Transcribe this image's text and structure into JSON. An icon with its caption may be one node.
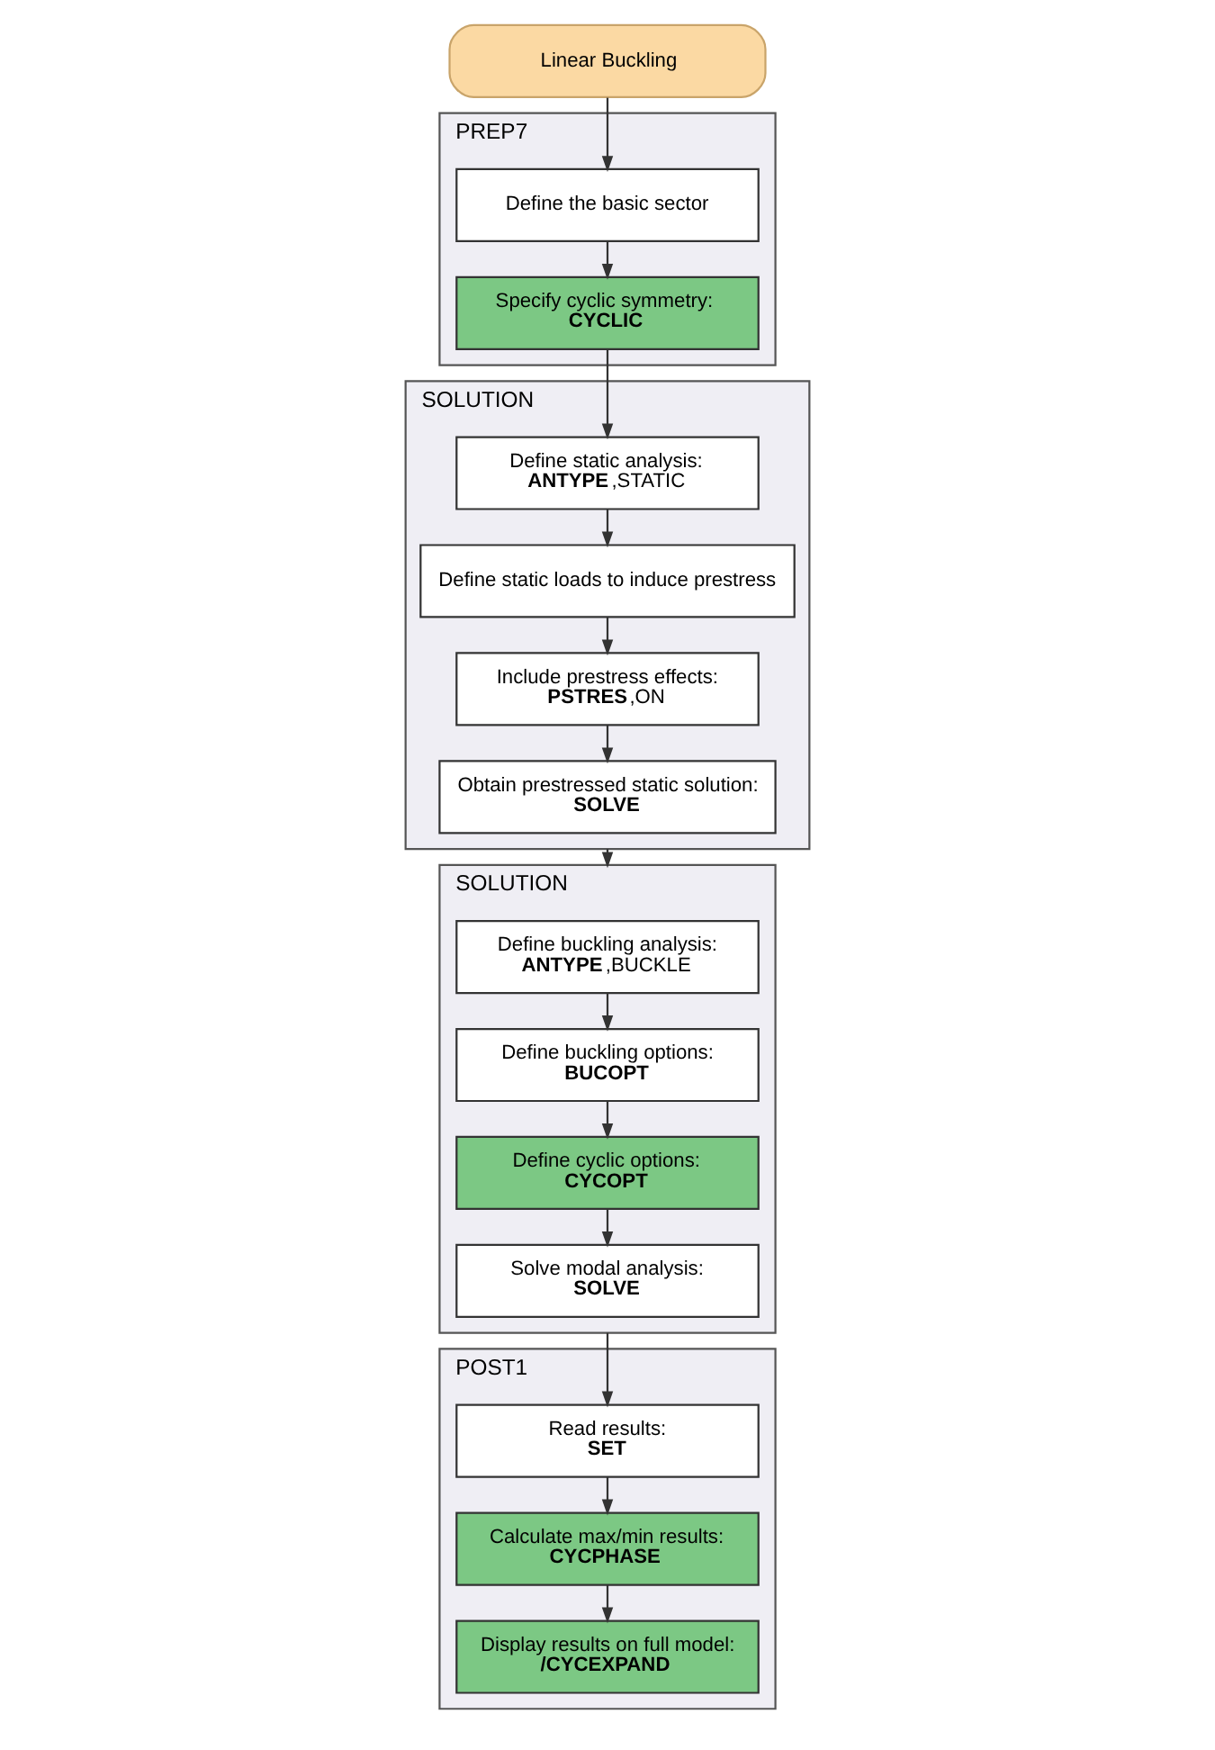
{
  "diagram": {
    "nodes": [
      {
        "text": [
          "Linear Buckling"
        ]
      },
      {
        "text": [
          "PREP7"
        ]
      },
      {
        "text": [
          "Define the basic sector"
        ],
        "in": 1
      },
      {
        "text": [
          "Specify cyclic symmetry:",
          "**CYCLIC**"
        ],
        "in": 1
      },
      {
        "text": [
          "SOLUTION"
        ]
      },
      {
        "text": [
          "Define static analysis:",
          "**ANTYPE**,STATIC"
        ],
        "in": 4
      },
      {
        "text": [
          "Define static loads to induce prestress"
        ],
        "in": 4
      },
      {
        "text": [
          "Include prestress effects:",
          "**PSTRES**,ON"
        ],
        "in": 4
      },
      {
        "text": [
          "Obtain prestressed static solution:",
          "**SOLVE**"
        ],
        "in": 4
      },
      {
        "text": [
          "SOLUTION"
        ]
      },
      {
        "text": [
          "Define buckling analysis:",
          "**ANTYPE**,BUCKLE"
        ],
        "in": 9
      },
      {
        "text": [
          "Define buckling options:",
          "**BUCOPT**"
        ],
        "in": 9
      },
      {
        "text": [
          "Define cyclic options:",
          "**CYCOPT**"
        ],
        "in": 9
      },
      {
        "text": [
          "Solve modal analysis:",
          "**SOLVE**"
        ],
        "in": 9
      },
      {
        "text": [
          "POST1"
        ]
      },
      {
        "text": [
          "Read results:",
          "**SET**"
        ],
        "in": 14
      },
      {
        "text": [
          "Calculate max/min results:",
          "**CYCPHASE**"
        ],
        "in": 14
      },
      {
        "text": [
          "Display results on full model:",
          "**/CYCEXPAND**"
        ],
        "in": 14
      }
    ],
    "edges": [
      {
        "from": 0,
        "to": 2,
        "arrow": "to"
      },
      {
        "from": 2,
        "to": 3,
        "arrow": "to"
      },
      {
        "from": 3,
        "to": 5,
        "arrow": "to"
      },
      {
        "from": 5,
        "to": 6,
        "arrow": "to"
      },
      {
        "from": 6,
        "to": 7,
        "arrow": "to"
      },
      {
        "from": 7,
        "to": 8,
        "arrow": "to"
      },
      {
        "from": 4,
        "to": 9,
        "arrow": "to"
      },
      {
        "from": 10,
        "to": 11,
        "arrow": "to"
      },
      {
        "from": 11,
        "to": 12,
        "arrow": "to"
      },
      {
        "from": 12,
        "to": 13,
        "arrow": "to"
      },
      {
        "from": 9,
        "to": 15,
        "arrow": "to"
      },
      {
        "from": 15,
        "to": 16,
        "arrow": "to"
      },
      {
        "from": 16,
        "to": 17,
        "arrow": "to"
      }
    ]
  }
}
